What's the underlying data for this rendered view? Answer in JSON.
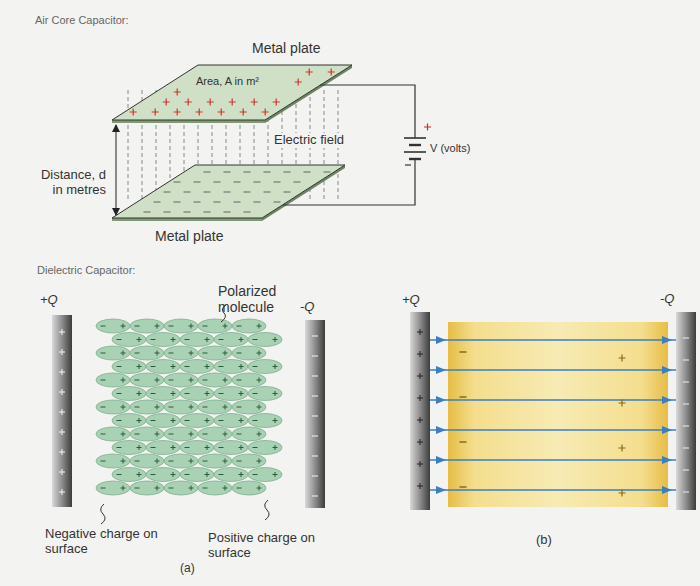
{
  "diagram": {
    "labels": [
      "Air Core Capacitor:",
      "Metal plate",
      "Area, A in m²",
      "Electric field",
      "V (volts)",
      "Distance, d in metres",
      "Metal plate",
      "Dielectric Capacitor:",
      "+Q",
      "Polarized molecule",
      "-Q",
      "+Q",
      "-Q",
      "Negative charge on surface",
      "Positive charge on surface",
      "(a)",
      "(b)"
    ]
  }
}
